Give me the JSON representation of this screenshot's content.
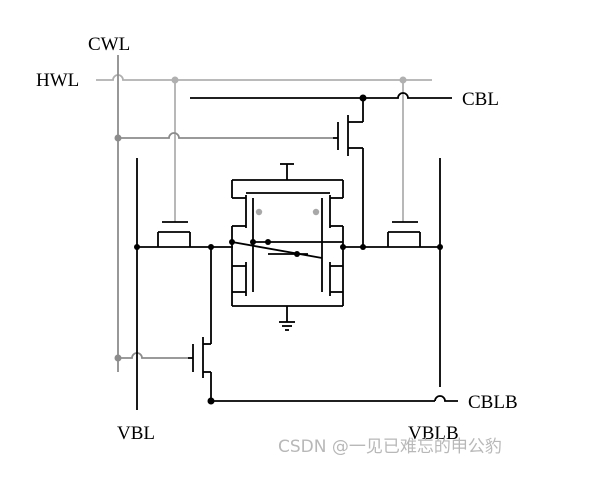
{
  "labels": {
    "cwl": "CWL",
    "hwl": "HWL",
    "cbl": "CBL",
    "vbl": "VBL",
    "vblb": "VBLB",
    "cblb": "CBLB"
  },
  "watermark": "CSDN @一见已难忘的申公豹",
  "colors": {
    "wire": "#000000",
    "gray_wire": "#8c8c8c",
    "hwl_wire": "#b0b0b0",
    "watermark": "#b8b8b8",
    "background": "#ffffff"
  }
}
